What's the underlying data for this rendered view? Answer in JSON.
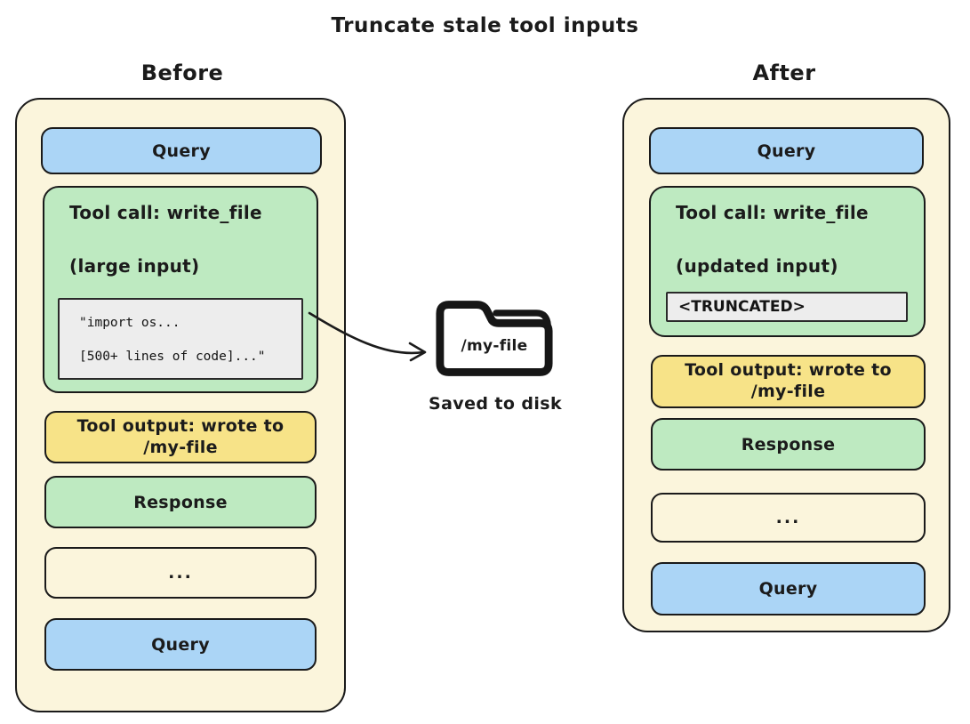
{
  "title": "Truncate stale tool inputs",
  "colors": {
    "panel_cream": "#fbf5dc",
    "query_blue": "#abd5f6",
    "tool_green": "#beeac1",
    "output_yellow": "#f7e388",
    "code_gray": "#ededed",
    "ink": "#1a1a1a"
  },
  "before": {
    "heading": "Before",
    "query_top": "Query",
    "tool_call": {
      "title": "Tool call: write_file",
      "subtitle": "(large input)",
      "code_line1": "\"import os...",
      "code_line2": "[500+ lines of code]...\""
    },
    "tool_output": "Tool output: wrote to /my-file",
    "response": "Response",
    "ellipsis": "...",
    "query_bottom": "Query"
  },
  "after": {
    "heading": "After",
    "query_top": "Query",
    "tool_call": {
      "title": "Tool call: write_file",
      "subtitle": "(updated input)",
      "truncated": "<TRUNCATED>"
    },
    "tool_output": "Tool output: wrote to /my-file",
    "response": "Response",
    "ellipsis": "...",
    "query_bottom": "Query"
  },
  "disk": {
    "file_label": "/my-file",
    "caption": "Saved to disk"
  }
}
